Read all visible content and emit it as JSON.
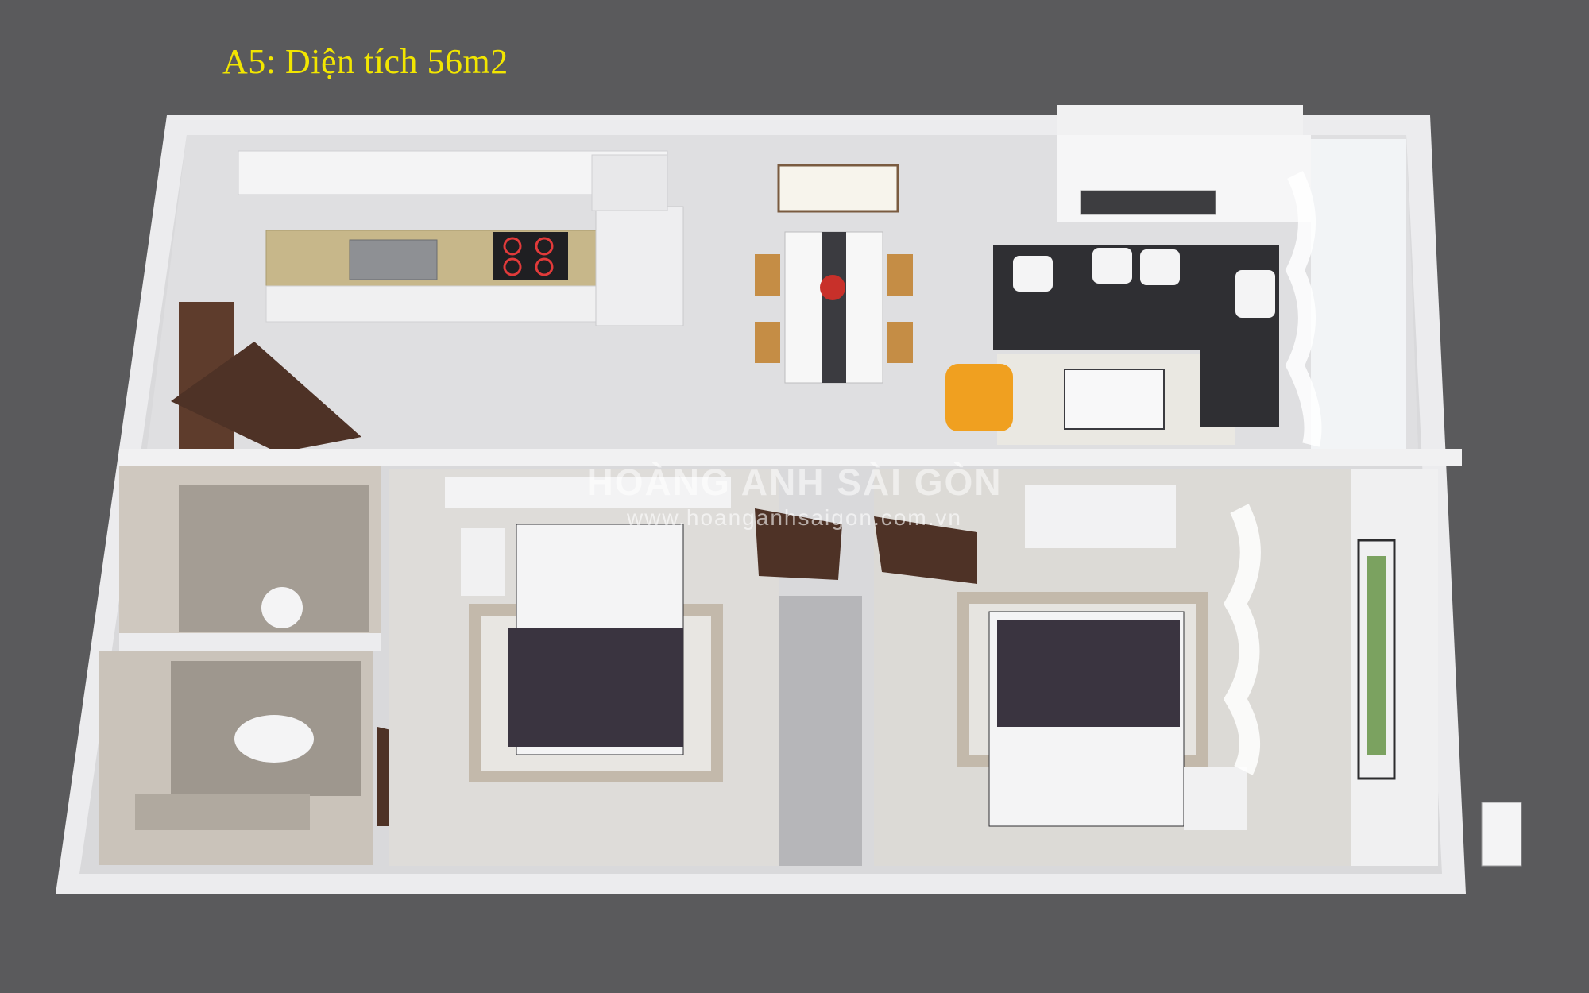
{
  "title": "A5: Diện tích 56m2",
  "watermark": {
    "brand": "HOÀNG ANH SÀI GÒN",
    "url": "www.hoanganhsaigon.com.vn"
  },
  "colors": {
    "background": "#5a5a5c",
    "title": "#f2e600",
    "wall": "#e6e6e8",
    "floor": "#d8d8da",
    "sofa": "#2f2f33",
    "wood": "#4e3226",
    "armchair": "#f0a020"
  }
}
